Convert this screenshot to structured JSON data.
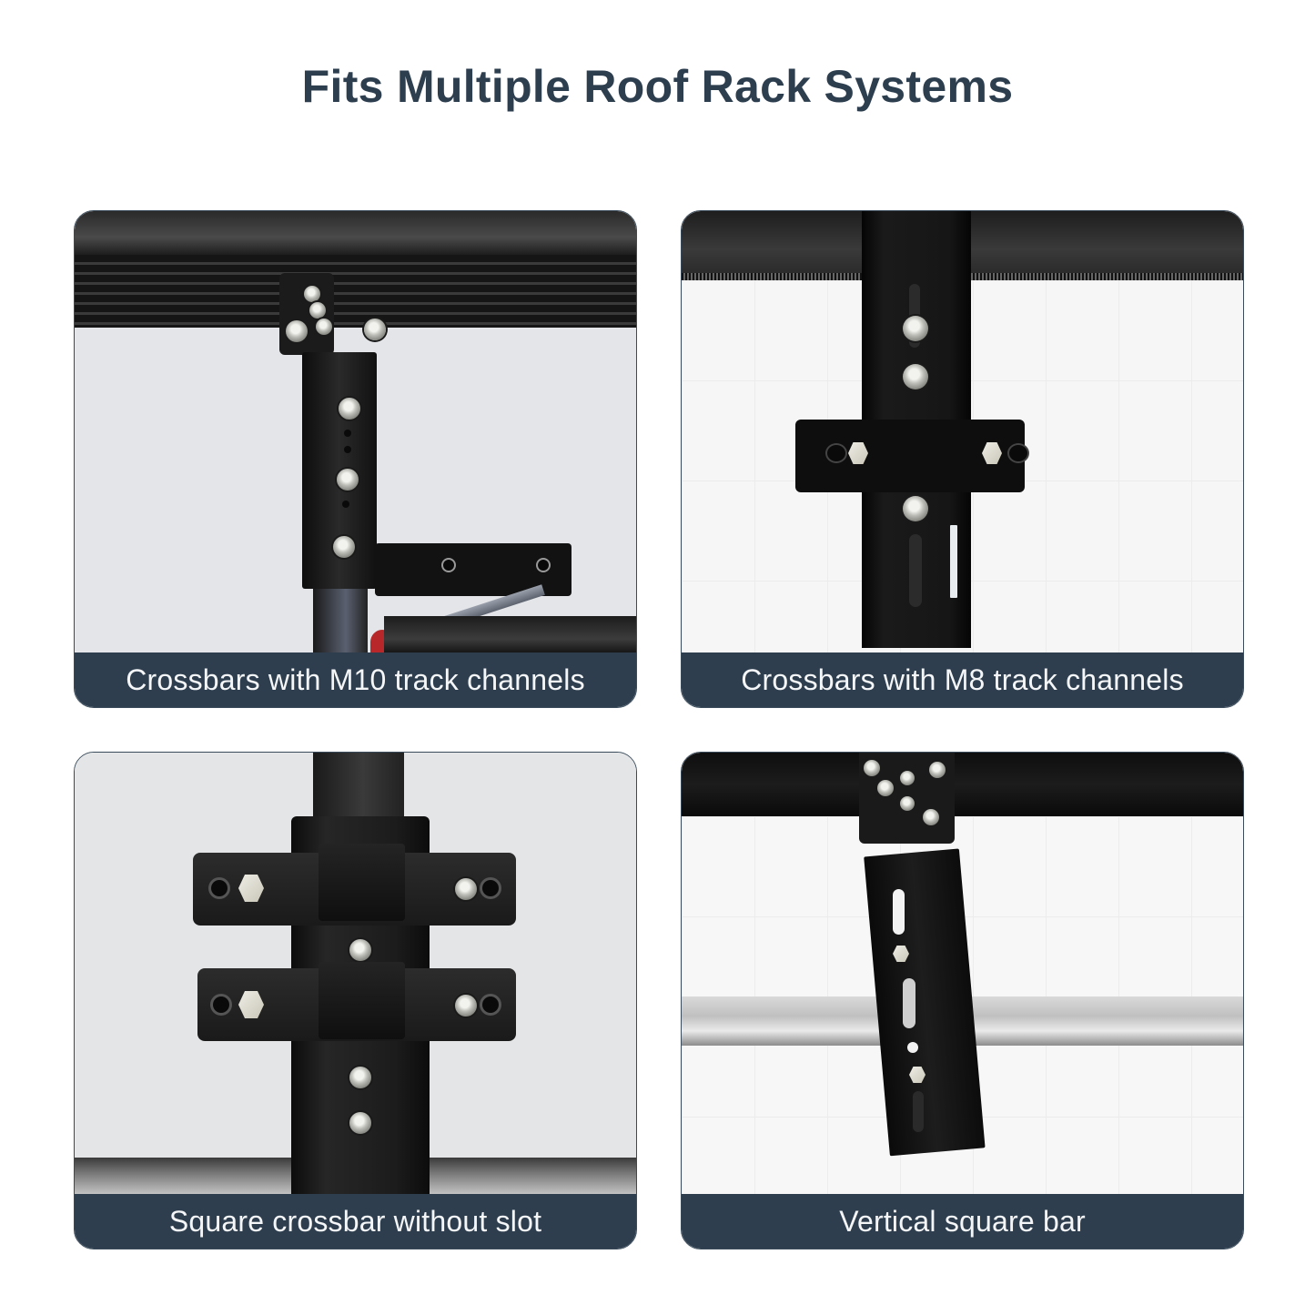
{
  "title": "Fits Multiple Roof Rack Systems",
  "panels": [
    {
      "caption": "Crossbars with M10 track channels",
      "image": "bracket-on-m10-track-crossbar-photo"
    },
    {
      "caption": "Crossbars with M8 track channels",
      "image": "bracket-on-m8-track-crossbar-photo"
    },
    {
      "caption": "Square crossbar without slot",
      "image": "bracket-on-square-crossbar-photo"
    },
    {
      "caption": "Vertical square bar",
      "image": "bracket-on-vertical-square-bar-photo"
    }
  ],
  "colors": {
    "title": "#2d3e4f",
    "caption_bg": "#2e3e4e",
    "caption_text": "#f4f6f8",
    "panel_border": "#3a4b5b"
  }
}
